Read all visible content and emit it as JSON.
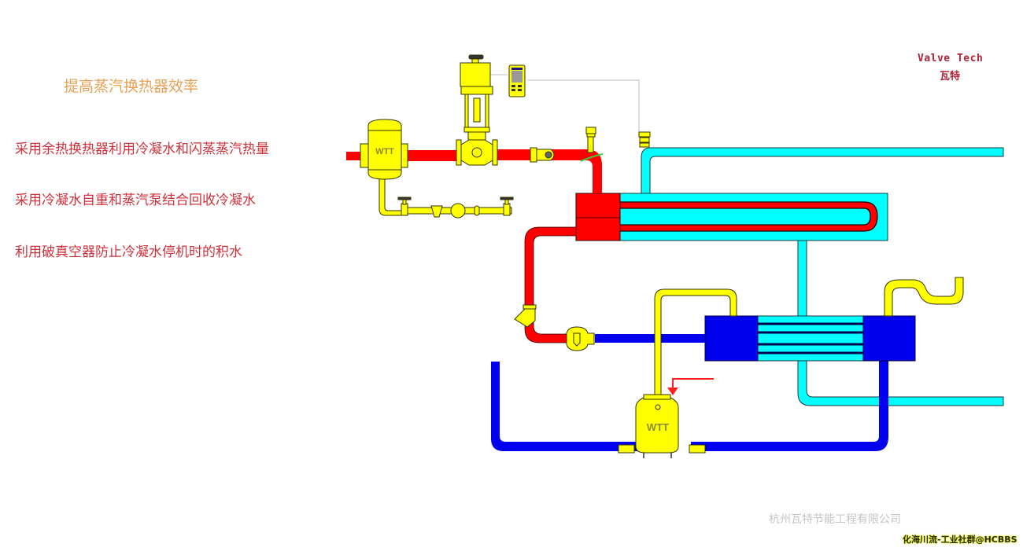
{
  "title": "提高蒸汽换热器效率",
  "bullets": [
    "采用余热换热器利用冷凝水和闪蒸蒸汽热量",
    "采用冷凝水自重和蒸汽泵结合回收冷凝水",
    "利用破真空器防止冷凝水停机时的积水"
  ],
  "brand": {
    "name_en": "Valve Tech",
    "name_cn": "瓦特"
  },
  "company": "杭州瓦特节能工程有限公司",
  "watermark": "化海川流-工业社群@HCBBS",
  "diagram": {
    "separator_label": "WTT",
    "pump_label": "WTT",
    "colors": {
      "steam": "#ff0000",
      "cooling_water": "#00ffff",
      "condensate": "#0000ff",
      "equipment": "#ffff00",
      "flash_steam": "#ffff00"
    },
    "components": [
      "steam-separator",
      "control-valve",
      "controller",
      "strainer",
      "trap-station",
      "vacuum-breaker",
      "main-heat-exchanger",
      "steam-trap",
      "waste-heat-exchanger",
      "condensate-pump"
    ]
  }
}
